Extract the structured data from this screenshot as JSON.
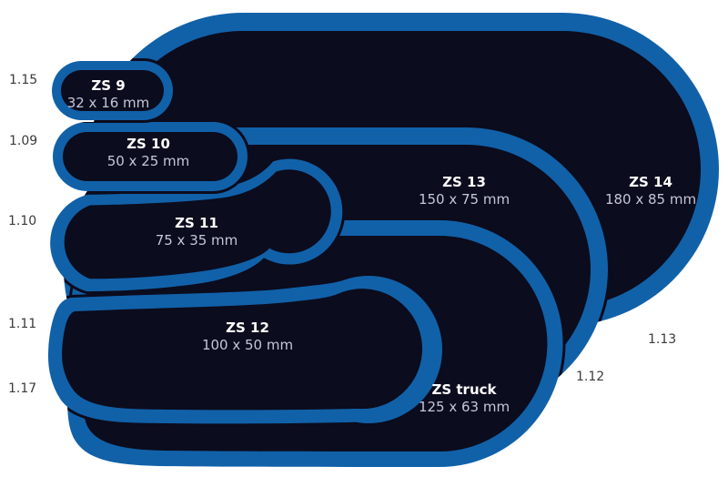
{
  "colors": {
    "border_blue": "#1161a9",
    "patch_fill": "#0b0c1d",
    "background": "#ffffff",
    "ref_text": "#3a3a3a",
    "dims_text": "#c5c7d7",
    "name_text": "#ffffff"
  },
  "shapes": [
    {
      "name": "ZS 14",
      "dims": "180 x 85 mm",
      "ref": "1.13"
    },
    {
      "name": "ZS 13",
      "dims": "150 x 75 mm",
      "ref": "1.12"
    },
    {
      "name": "ZS truck",
      "dims": "125 x 63 mm",
      "ref": "1.17"
    },
    {
      "name": "ZS 12",
      "dims": "100 x 50 mm",
      "ref": "1.11"
    },
    {
      "name": "ZS 11",
      "dims": "75 x 35 mm",
      "ref": "1.10"
    },
    {
      "name": "ZS 10",
      "dims": "50 x 25 mm",
      "ref": "1.09"
    },
    {
      "name": "ZS 9",
      "dims": "32 x 16 mm",
      "ref": "1.15"
    }
  ]
}
